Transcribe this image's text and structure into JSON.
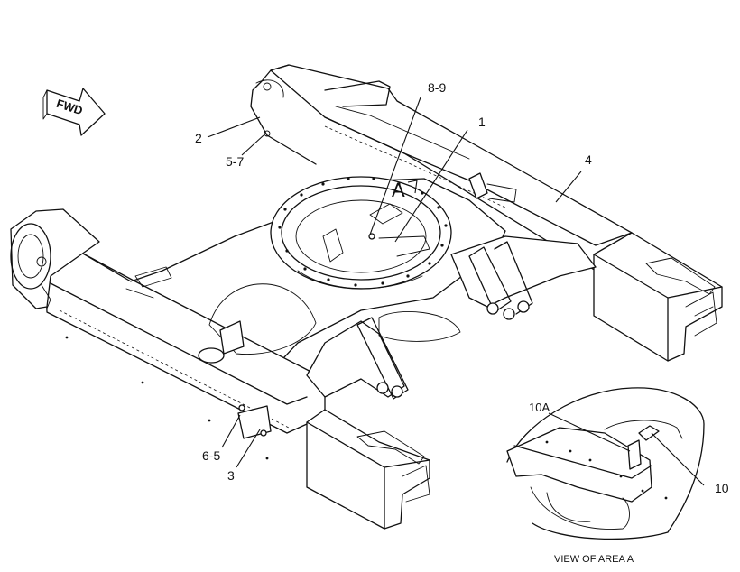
{
  "direction_arrow": {
    "label": "FWD"
  },
  "area_marker": {
    "label": "A"
  },
  "callouts": {
    "c1": "1",
    "c2": "2",
    "c3": "3",
    "c4": "4",
    "c5_7": "5-7",
    "c6_5": "6-5",
    "c8_9": "8-9",
    "c10": "10",
    "c10a": "10A"
  },
  "detail_view": {
    "caption": "VIEW OF AREA A"
  }
}
